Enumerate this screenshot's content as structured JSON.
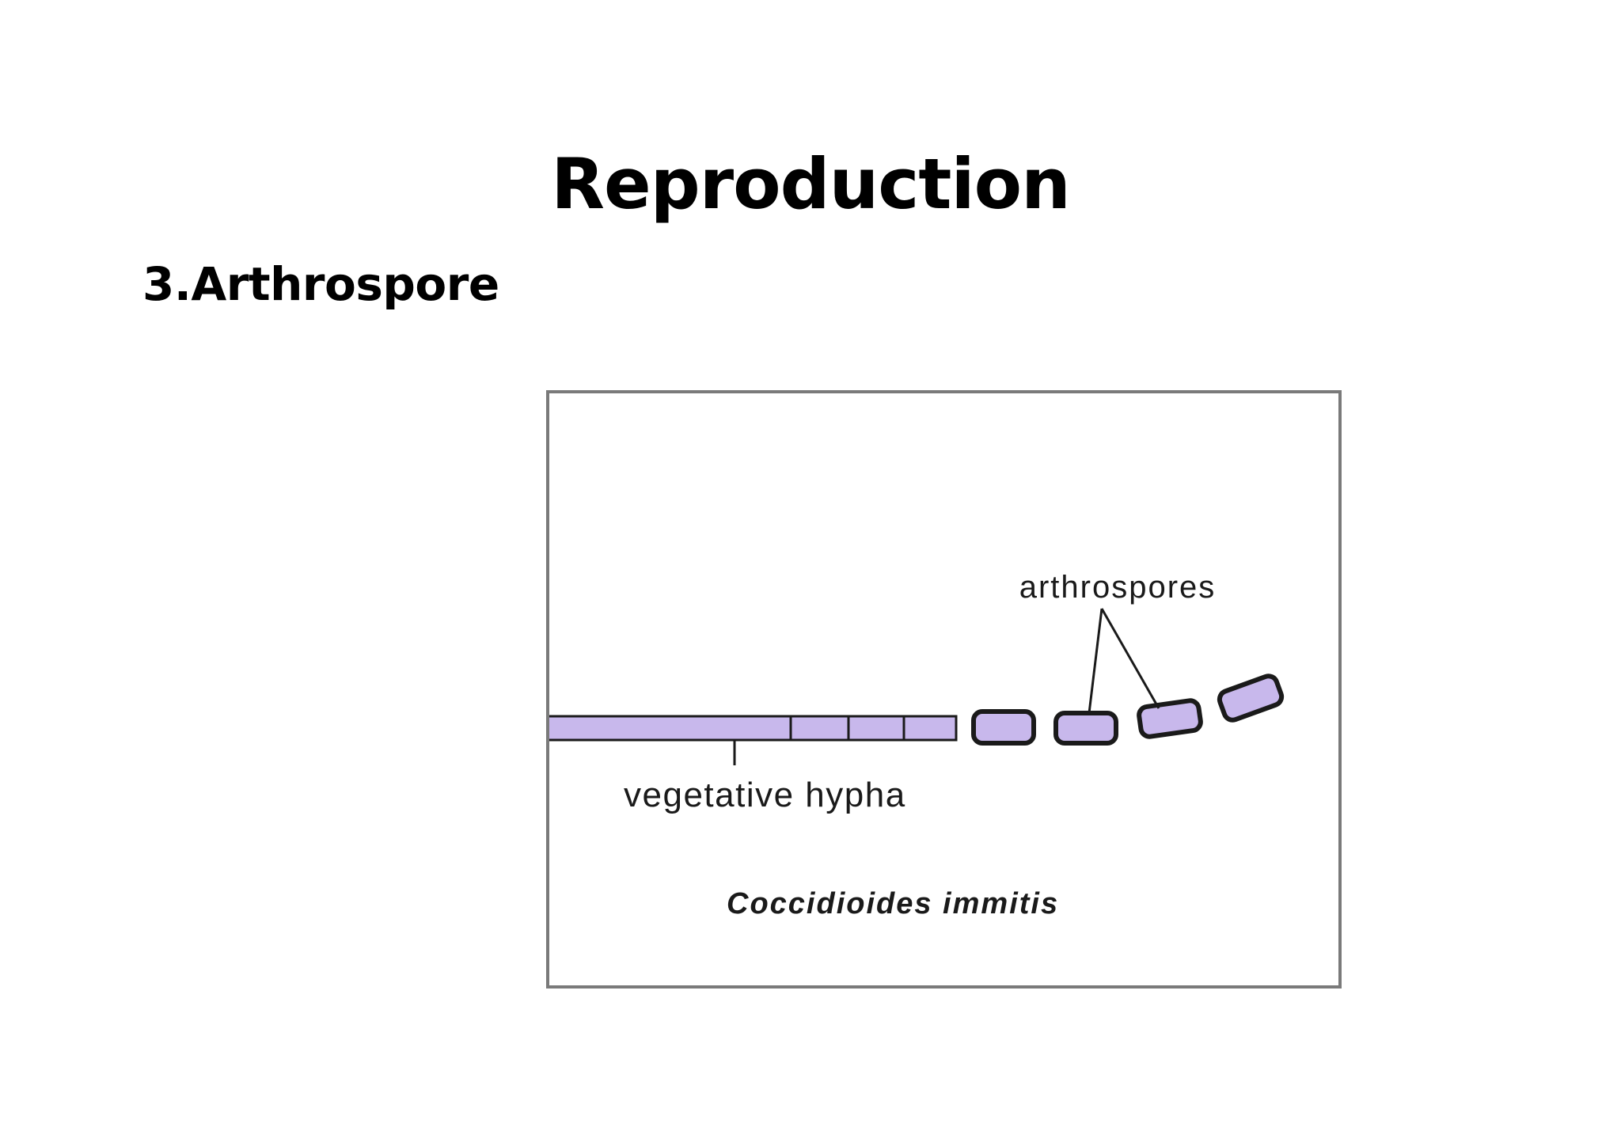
{
  "slide": {
    "title": "Reproduction",
    "subtitle": "3.Arthrospore"
  },
  "diagram": {
    "labels": {
      "arthrospores": "arthrospores",
      "vegetative_hypha": "vegetative hypha",
      "organism": "Coccidioides immitis"
    },
    "colors": {
      "fill": "#c8b8ec",
      "stroke": "#1a1a1a",
      "frame": "#7a7a7a"
    }
  }
}
